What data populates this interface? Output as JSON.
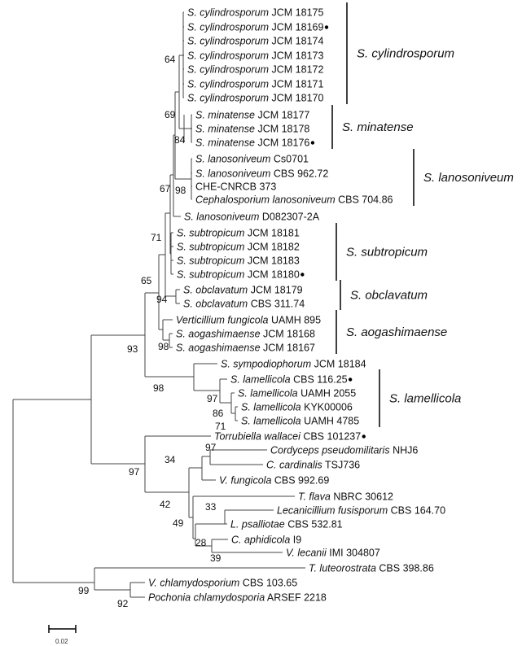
{
  "tips": [
    {
      "sp": "S. cylindrosporum",
      "rest": " JCM 18175",
      "dot": false
    },
    {
      "sp": "S. cylindrosporum",
      "rest": " JCM 18169",
      "dot": true
    },
    {
      "sp": "S. cylindrosporum",
      "rest": " JCM 18174",
      "dot": false
    },
    {
      "sp": "S. cylindrosporum",
      "rest": " JCM 18173",
      "dot": false
    },
    {
      "sp": "S. cylindrosporum",
      "rest": " JCM 18172",
      "dot": false
    },
    {
      "sp": "S. cylindrosporum",
      "rest": " JCM 18171",
      "dot": false
    },
    {
      "sp": "S. cylindrosporum",
      "rest": " JCM 18170",
      "dot": false
    },
    {
      "sp": "S. minatense",
      "rest": " JCM 18177",
      "dot": false
    },
    {
      "sp": "S. minatense",
      "rest": " JCM 18178",
      "dot": false
    },
    {
      "sp": "S. minatense",
      "rest": " JCM 18176",
      "dot": true
    },
    {
      "sp": "S. lanosoniveum",
      "rest": " Cs0701",
      "dot": false
    },
    {
      "sp": "S. lanosoniveum",
      "rest": " CBS 962.72",
      "dot": false
    },
    {
      "sp": "",
      "rest": "CHE-CNRCB 373",
      "dot": false
    },
    {
      "sp": "Cephalosporium lanosoniveum",
      "rest": " CBS 704.86",
      "dot": false
    },
    {
      "sp": "S. lanosoniveum",
      "rest": " D082307-2A",
      "dot": false
    },
    {
      "sp": "S. subtropicum",
      "rest": " JCM 18181",
      "dot": false
    },
    {
      "sp": "S. subtropicum",
      "rest": " JCM 18182",
      "dot": false
    },
    {
      "sp": "S. subtropicum",
      "rest": " JCM 18183",
      "dot": false
    },
    {
      "sp": "S. subtropicum",
      "rest": " JCM 18180",
      "dot": true
    },
    {
      "sp": "S. obclavatum",
      "rest": " JCM 18179",
      "dot": false
    },
    {
      "sp": "S. obclavatum",
      "rest": " CBS 311.74",
      "dot": false
    },
    {
      "sp": "Verticillium fungicola",
      "rest": " UAMH 895",
      "dot": false
    },
    {
      "sp": "S. aogashimaense",
      "rest": " JCM 18168",
      "dot": false
    },
    {
      "sp": "S. aogashimaense",
      "rest": " JCM 18167",
      "dot": false
    },
    {
      "sp": "S. sympodiophorum",
      "rest": " JCM 18184",
      "dot": false
    },
    {
      "sp": "S. lamellicola",
      "rest": " CBS 116.25",
      "dot": true
    },
    {
      "sp": "S. lamellicola",
      "rest": " UAMH 2055",
      "dot": false
    },
    {
      "sp": "S. lamellicola",
      "rest": " KYK00006",
      "dot": false
    },
    {
      "sp": "S. lamellicola",
      "rest": " UAMH 4785",
      "dot": false
    },
    {
      "sp": "Torrubiella wallacei",
      "rest": " CBS 101237",
      "dot": true
    },
    {
      "sp": "Cordyceps pseudomilitaris",
      "rest": " NHJ6",
      "dot": false
    },
    {
      "sp": "C. cardinalis",
      "rest": " TSJ736",
      "dot": false
    },
    {
      "sp": "V. fungicola",
      "rest": " CBS 992.69",
      "dot": false
    },
    {
      "sp": "T. flava",
      "rest": " NBRC 30612",
      "dot": false
    },
    {
      "sp": "Lecanicillium fusisporum",
      "rest": " CBS 164.70",
      "dot": false
    },
    {
      "sp": "L. psalliotae",
      "rest": " CBS 532.81",
      "dot": false
    },
    {
      "sp": "C. aphidicola",
      "rest": " I9",
      "dot": false
    },
    {
      "sp": "V. lecanii",
      "rest": " IMI 304807",
      "dot": false
    },
    {
      "sp": "T. luteorostrata",
      "rest": " CBS 398.86",
      "dot": false
    },
    {
      "sp": "V. chlamydosporium",
      "rest": " CBS 103.65",
      "dot": false
    },
    {
      "sp": "Pochonia chlamydosporia",
      "rest": " ARSEF 2218",
      "dot": false
    }
  ],
  "clades": [
    {
      "name": "S. cylindrosporum",
      "first": 0,
      "last": 6
    },
    {
      "name": "S. minatense",
      "first": 7,
      "last": 9
    },
    {
      "name": "S. lanosoniveum",
      "first": 10,
      "last": 13
    },
    {
      "name": "S. subtropicum",
      "first": 15,
      "last": 18
    },
    {
      "name": "S. obclavatum",
      "first": 19,
      "last": 20
    },
    {
      "name": "S. aogashimaense",
      "first": 21,
      "last": 23
    },
    {
      "name": "S. lamellicola",
      "first": 25,
      "last": 28
    }
  ],
  "bootstrap": [
    "64",
    "69",
    "84",
    "67",
    "98",
    "71",
    "65",
    "94",
    "98",
    "93",
    "98",
    "97",
    "86",
    "71",
    "97",
    "34",
    "97",
    "42",
    "49",
    "33",
    "28",
    "39",
    "99",
    "92"
  ],
  "scale_bar": {
    "label": "0.02"
  }
}
